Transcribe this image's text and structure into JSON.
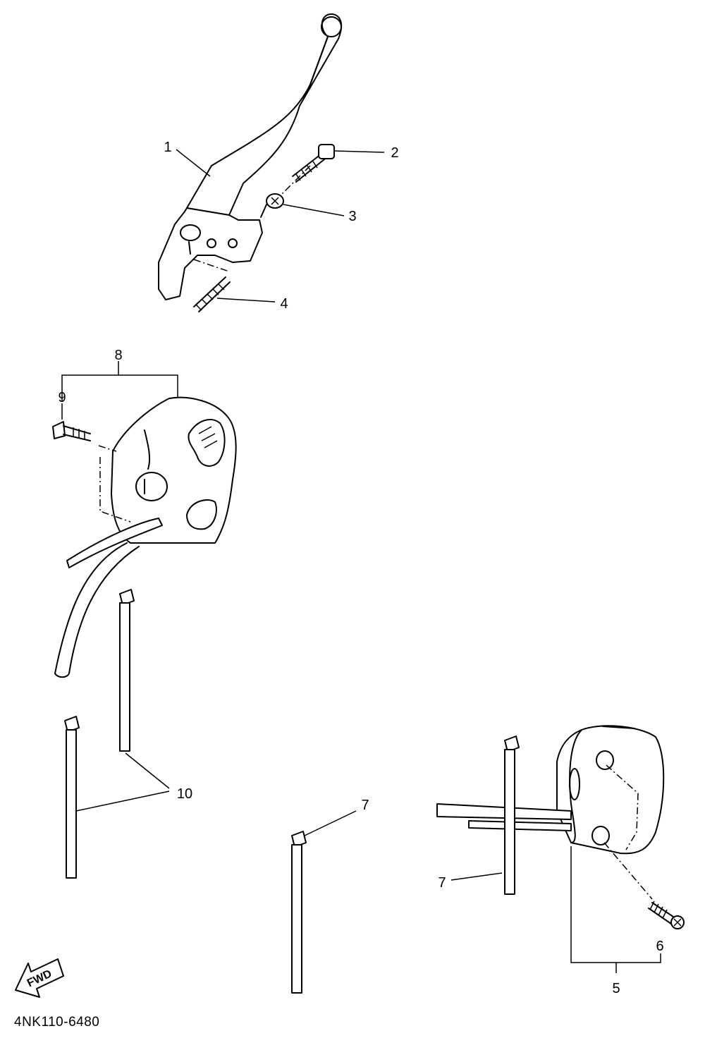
{
  "callouts": {
    "c1": "1",
    "c2": "2",
    "c3": "3",
    "c4": "4",
    "c5": "5",
    "c6": "6",
    "c7a": "7",
    "c7b": "7",
    "c8": "8",
    "c9": "9",
    "c10": "10"
  },
  "fwd_label": "FWD",
  "diagram_code": "4NK110-6480"
}
